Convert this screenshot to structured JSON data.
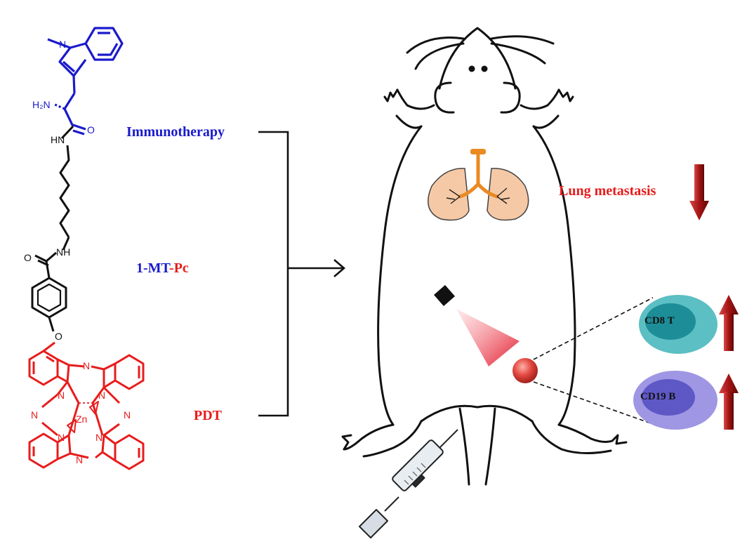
{
  "colors": {
    "moiety_1mt": "#1a1acc",
    "moiety_pc": "#e81c1c",
    "linker": "#111111",
    "lung": "#f6c9a6",
    "trachea": "#ea8a22",
    "laser": "#e82a3a",
    "cd8_outer": "#5bbfc4",
    "cd8_inner": "#1d8e98",
    "cd19_outer": "#9f97e4",
    "cd19_inner": "#5e58c6",
    "arrow": "#a81818"
  },
  "labels": {
    "immunotherapy": "Immunotherapy",
    "conjugate_a": "1-MT",
    "conjugate_dash": "-",
    "conjugate_b": "Pc",
    "pdt": "PDT",
    "lung_metastasis": "Lung metastasis",
    "cd8": "CD8 T",
    "cd19": "CD19 B"
  },
  "chem_atoms": {
    "n_methyl": "N",
    "h2n": "H₂N",
    "o_amide1": "O",
    "hn": "HN",
    "nh": "NH",
    "o_amide2": "O",
    "o_ether": "O",
    "zn": "Zn",
    "n": "N"
  },
  "trends": {
    "lung_metastasis": "down",
    "cd8_t_cells": "up",
    "cd19_b_cells": "up"
  },
  "icons": [
    "mouse-outline",
    "lungs-icon",
    "laser-emitter-icon",
    "laser-beam",
    "tumor-sphere",
    "syringe-icon",
    "arrow-down-icon",
    "arrow-up-icon"
  ]
}
